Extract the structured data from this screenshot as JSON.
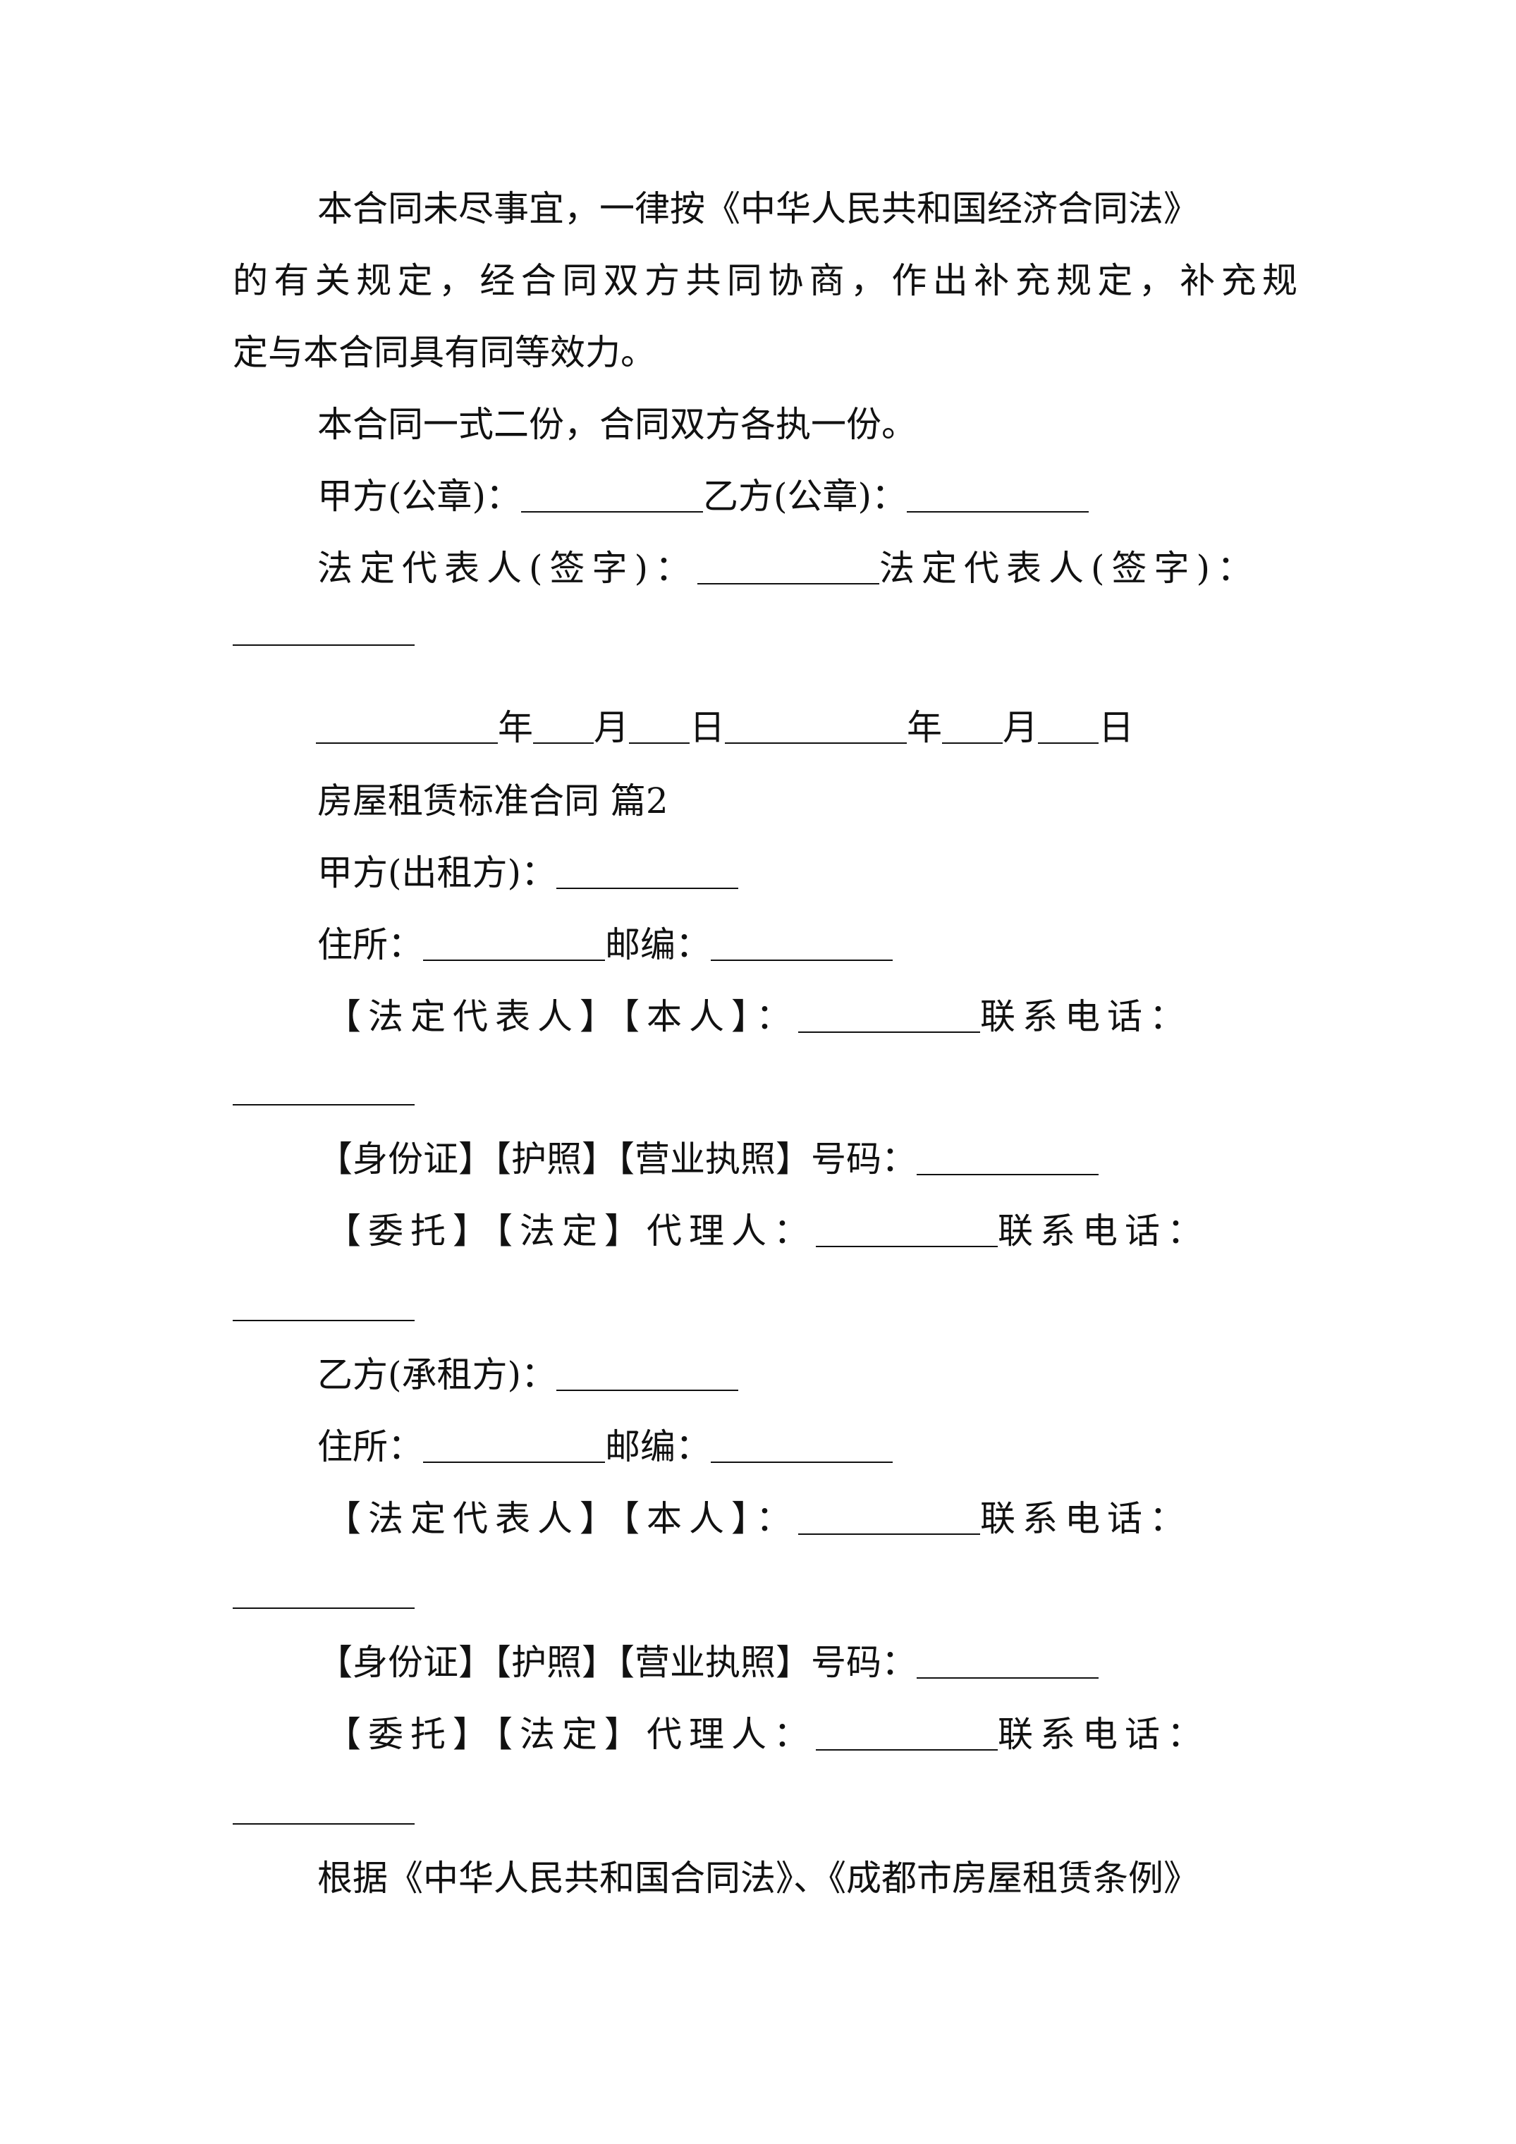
{
  "clause_unresolved": {
    "line1": "本合同未尽事宜，一律按《中华人民共和国经济合同法》",
    "line2": "的有关规定，经合同双方共同协商，作出补充规定，补充规",
    "line3": "定与本合同具有同等效力。"
  },
  "clause_copies": "本合同一式二份，合同双方各执一份。",
  "signature": {
    "party_a_seal": "甲方(公章)：",
    "party_b_seal": "乙方(公章)：",
    "legal_rep_a": "法定代表人(签字)：",
    "legal_rep_b": "法定代表人(签字)：",
    "year": "年",
    "month": "月",
    "day": "日"
  },
  "section_title": "房屋租赁标准合同 篇2",
  "lessor": {
    "party": "甲方(出租方)：",
    "address": "住所：",
    "postcode": "邮编：",
    "rep": "【法定代表人】【本人】：",
    "phone": "联系电话：",
    "id_number": "【身份证】【护照】【营业执照】号码：",
    "agent": "【委托】【法定】代理人：",
    "agent_phone": "联系电话："
  },
  "lessee": {
    "party": "乙方(承租方)：",
    "address": "住所：",
    "postcode": "邮编：",
    "rep": "【法定代表人】【本人】：",
    "phone": "联系电话：",
    "id_number": "【身份证】【护照】【营业执照】号码：",
    "agent": "【委托】【法定】代理人：",
    "agent_phone": "联系电话："
  },
  "closing_line": "根据《中华人民共和国合同法》、《成都市房屋租赁条例》"
}
